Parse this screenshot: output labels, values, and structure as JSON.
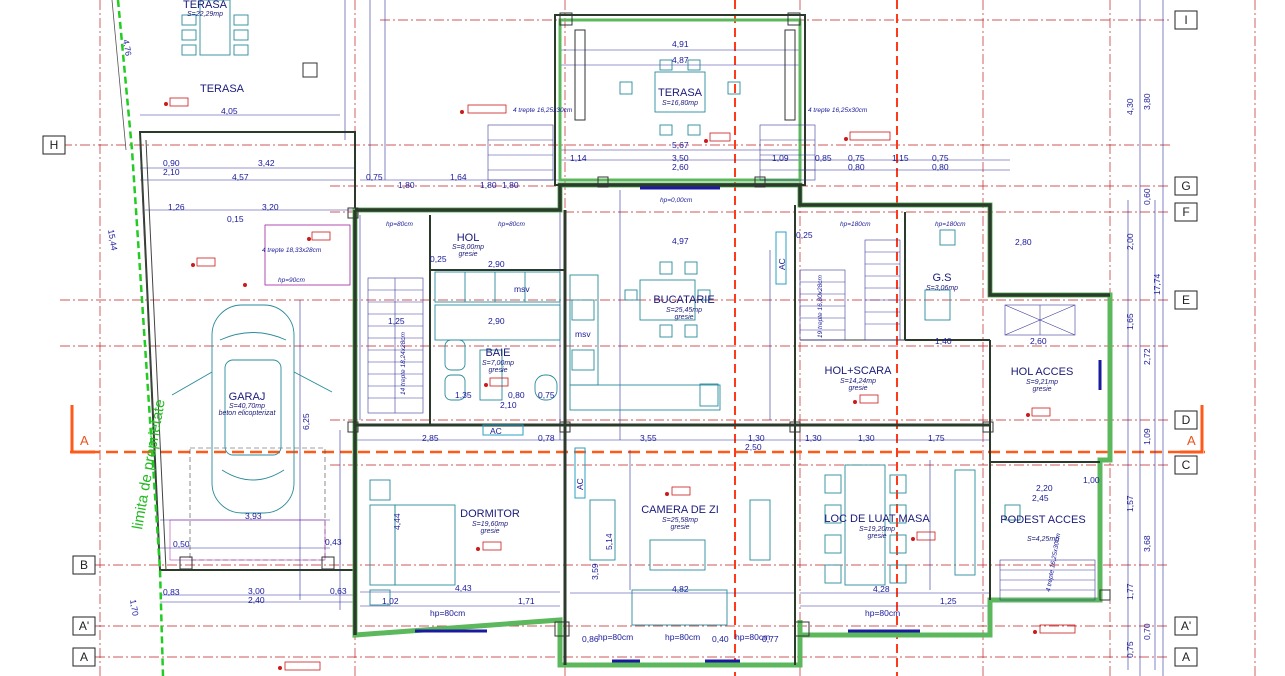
{
  "rooms": {
    "terasa_left": {
      "name": "TERASA",
      "area": "S=22,29mp"
    },
    "terasa_top": {
      "name": "TERASA",
      "area": "S=16,80mp"
    },
    "hol": {
      "name": "HOL",
      "area": "S=8,00mp",
      "finish": "gresie"
    },
    "bucatarie": {
      "name": "BUCATARIE",
      "area": "S=25,45mp",
      "finish": "gresie"
    },
    "baie": {
      "name": "BAIE",
      "area": "S=7,00mp",
      "finish": "gresie"
    },
    "gs": {
      "name": "G.S",
      "area": "S=3,06mp"
    },
    "hol_scara": {
      "name": "HOL+SCARA",
      "area": "S=14,24mp",
      "finish": "gresie"
    },
    "hol_acces": {
      "name": "HOL ACCES",
      "area": "S=9,21mp",
      "finish": "gresie"
    },
    "garaj": {
      "name": "GARAJ",
      "area": "S=40,70mp",
      "finish": "beton elicopterizat"
    },
    "dormitor": {
      "name": "DORMITOR",
      "area": "S=19,60mp",
      "finish": "gresie"
    },
    "camera_de_zi": {
      "name": "CAMERA DE ZI",
      "area": "S=25,58mp",
      "finish": "gresie"
    },
    "loc_luat_masa": {
      "name": "LOC DE LUAT MASA",
      "area": "S=19,20mp",
      "finish": "gresie"
    },
    "podest_acces": {
      "name": "PODEST ACCES",
      "area": "S=4,25mp"
    }
  },
  "axes": {
    "left": [
      "H",
      "B",
      "A'",
      "A"
    ],
    "right": [
      "I",
      "G",
      "F",
      "E",
      "D",
      "C",
      "A'",
      "A"
    ]
  },
  "section": {
    "label_left": "A",
    "label_right": "A"
  },
  "property_limit": "limita de proprietate",
  "stair_notes": {
    "top_left": "4 trepte 16,25x30cm",
    "top_right": "4 trepte 16,25x30cm",
    "garage": "4 trepte 18,33x28cm",
    "inner": "14 trepte 18,24x28cm",
    "scara": "19 trepte 16,80x28cm",
    "podest": "4 trepte 16,25x30cm"
  },
  "labels": {
    "ac1": "AC",
    "ac2": "AC",
    "ac3": "AC",
    "msv1": "msv",
    "msv2": "msv",
    "hp_00": "hp=0,00cm",
    "hp_80": "hp=80cm",
    "hp_90": "hp=90cm",
    "hp_180": "hp=180cm",
    "hp_180b": "hp=180cm"
  },
  "dimensions": {
    "top": [
      "4,91",
      "4,87",
      "5,67",
      "3,50",
      "2,60",
      "1,14",
      "1,09",
      "0,85",
      "0,75",
      "0,80",
      "1,15",
      "0,75",
      "0,80",
      "4,05",
      "3,42",
      "0,90",
      "2,10",
      "4,57",
      "1,26",
      "3,20",
      "0,15",
      "0,75",
      "1,80",
      "1,64",
      "1,80",
      "1,80"
    ],
    "middle": [
      "2,90",
      "2,90",
      "1,25",
      "0,25",
      "0,80",
      "2,10",
      "0,75",
      "1,35",
      "2,85",
      "0,78",
      "3,55",
      "1,30",
      "2,50",
      "1,30",
      "1,30",
      "1,75",
      "2,80",
      "0,25",
      "1,40",
      "2,60",
      "4,97"
    ],
    "bottom": [
      "3,93",
      "0,50",
      "0,43",
      "0,83",
      "3,00",
      "2,40",
      "0,63",
      "1,02",
      "4,43",
      "1,71",
      "4,82",
      "0,86",
      "0,40",
      "0,77",
      "4,28",
      "1,25",
      "2,45",
      "2,20",
      "1,00"
    ],
    "right": [
      "4,30",
      "3,80",
      "0,60",
      "2,00",
      "17,74",
      "1,65",
      "2,72",
      "1,09",
      "1,57",
      "3,68",
      "1,77",
      "0,70",
      "0,75"
    ],
    "left": [
      "4,76",
      "15,44",
      "1,70",
      "6,25",
      "4,44",
      "5,14",
      "3,59"
    ]
  }
}
